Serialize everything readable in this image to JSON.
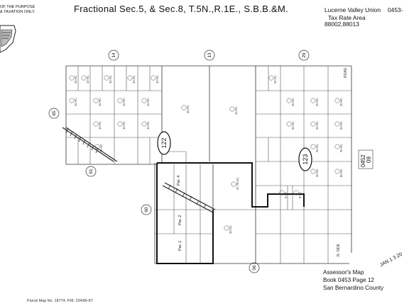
{
  "header": {
    "title": "Fractional Sec.5, & Sec.8, T.5N.,R.1E., S.B.B.&M.",
    "note_line1": "OF THE PURPOSE",
    "note_line2": "& TAXATION ONLY."
  },
  "info": {
    "district": "Lucerne Valley Union",
    "book_code": "0453-",
    "tax_rate": "Tax Rate Area",
    "tra_codes": "88002,88013"
  },
  "map": {
    "book_pages": [
      "122",
      "123"
    ],
    "parcel_page_numbers": [
      "14",
      "13",
      "29",
      "65",
      "61",
      "60",
      "06"
    ],
    "side_label": "0452",
    "side_label_sub": "09",
    "pars": [
      "Par. 4",
      "Par. 2",
      "Par. 1"
    ],
    "acreages": [
      "10 AC.",
      "10 AC.",
      "10 AC.",
      "10 AC.",
      "10 AC.",
      "10 AC.",
      "10 AC.",
      "10 AC.",
      "10 AC.",
      "10 AC.",
      "10 AC.",
      "10 AC.",
      "10 AC.",
      "20 AC.",
      "20 AC.",
      "20 AC.",
      "20 AC.",
      "20 AC.",
      "20 AC.",
      "20 AC.",
      "20 AC.",
      "20 AC.",
      "20 AC.",
      "80 AC.",
      "40 AC.",
      "40 AC.",
      "40 AC.",
      "37.75 AC.",
      "9 AC.",
      "5 AC."
    ]
  },
  "footer": {
    "assessor_line1": "Assessor's Map",
    "assessor_line2": "Book 0453 Page 12",
    "assessor_line3": "San Bernardino County",
    "parcel_map": "Parcel Map No. 18774, P.M. 234/86-87",
    "stamp": "JAN 1 3 20"
  }
}
